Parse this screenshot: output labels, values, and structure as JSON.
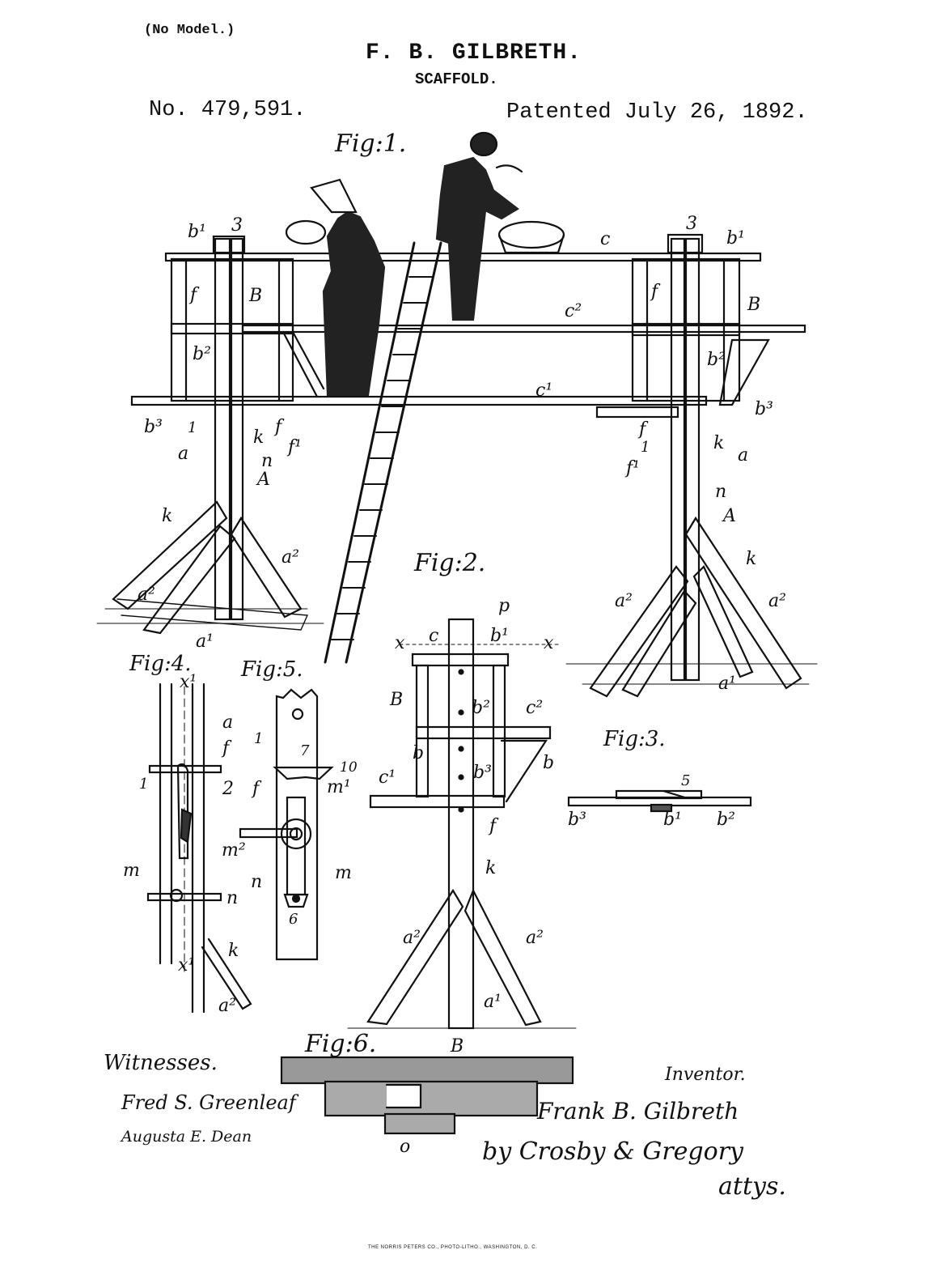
{
  "header": {
    "model_note": "(No Model.)",
    "inventor": "F. B. GILBRETH.",
    "title": "SCAFFOLD.",
    "patent_no": "No. 479,591.",
    "patented": "Patented July 26, 1892."
  },
  "figures": {
    "fig1": "Fig:1.",
    "fig2": "Fig:2.",
    "fig3": "Fig:3.",
    "fig4": "Fig:4.",
    "fig5": "Fig:5.",
    "fig6": "Fig:6."
  },
  "labels": {
    "b1": "b¹",
    "three": "3",
    "c": "c",
    "B": "B",
    "f": "f",
    "b2": "b²",
    "c2": "c²",
    "c1": "c¹",
    "b3": "b³",
    "one": "1",
    "two": "2",
    "k": "k",
    "f1": "f¹",
    "a": "a",
    "n": "n",
    "A": "A",
    "a2": "a²",
    "a1": "a¹",
    "p": "p",
    "x": "x",
    "b": "b",
    "seven": "7",
    "ten": "10",
    "m1": "m¹",
    "m2": "m²",
    "m": "m",
    "six": "6",
    "five": "5",
    "x1": "x¹",
    "zero": "o"
  },
  "signatures": {
    "witnesses": "Witnesses.",
    "witness1": "Fred S. Greenleaf",
    "witness2": "Augusta E. Dean",
    "inventor_label": "Inventor.",
    "inventor_name": "Frank B. Gilbreth",
    "by_attorneys": "by Crosby & Gregory",
    "attys": "attys."
  },
  "footer": "THE NORRIS PETERS CO., PHOTO-LITHO., WASHINGTON, D. C."
}
